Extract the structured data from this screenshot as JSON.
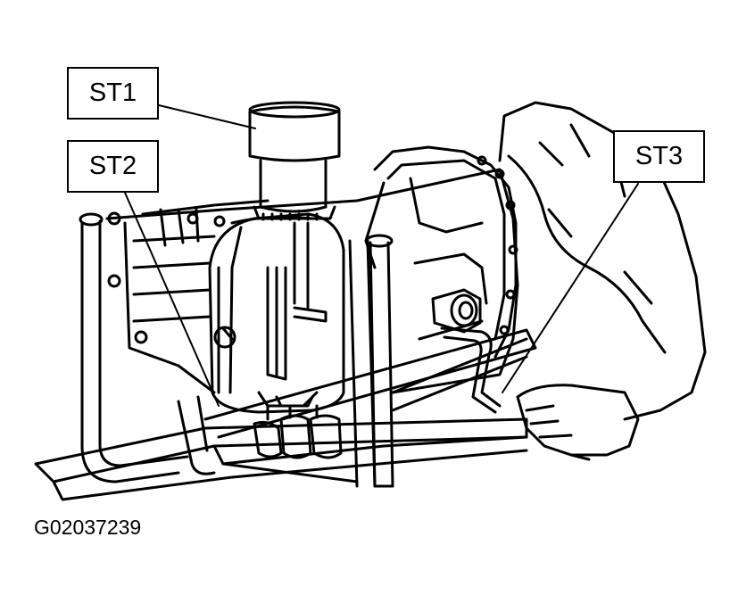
{
  "callouts": {
    "st1": "ST1",
    "st2": "ST2",
    "st3": "ST3"
  },
  "figure_id": "G02037239",
  "colors": {
    "ink": "#000000",
    "paper": "#ffffff"
  }
}
